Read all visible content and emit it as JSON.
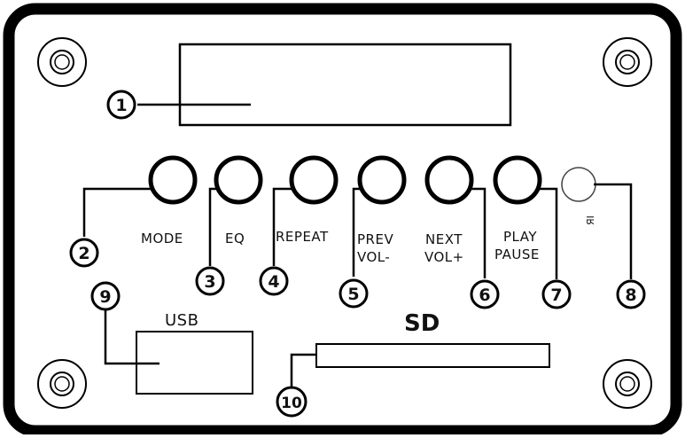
{
  "buttons": {
    "mode": "MODE",
    "eq": "EQ",
    "repeat": "REPEAT",
    "prev": "PREV",
    "vol_minus": "VOL-",
    "next": "NEXT",
    "vol_plus": "VOL+",
    "play": "PLAY",
    "pause": "PAUSE"
  },
  "ir_label": "ЯI",
  "ports": {
    "usb": "USB",
    "sd": "SD"
  },
  "callouts": [
    "1",
    "2",
    "3",
    "4",
    "5",
    "6",
    "7",
    "8",
    "9",
    "10"
  ]
}
